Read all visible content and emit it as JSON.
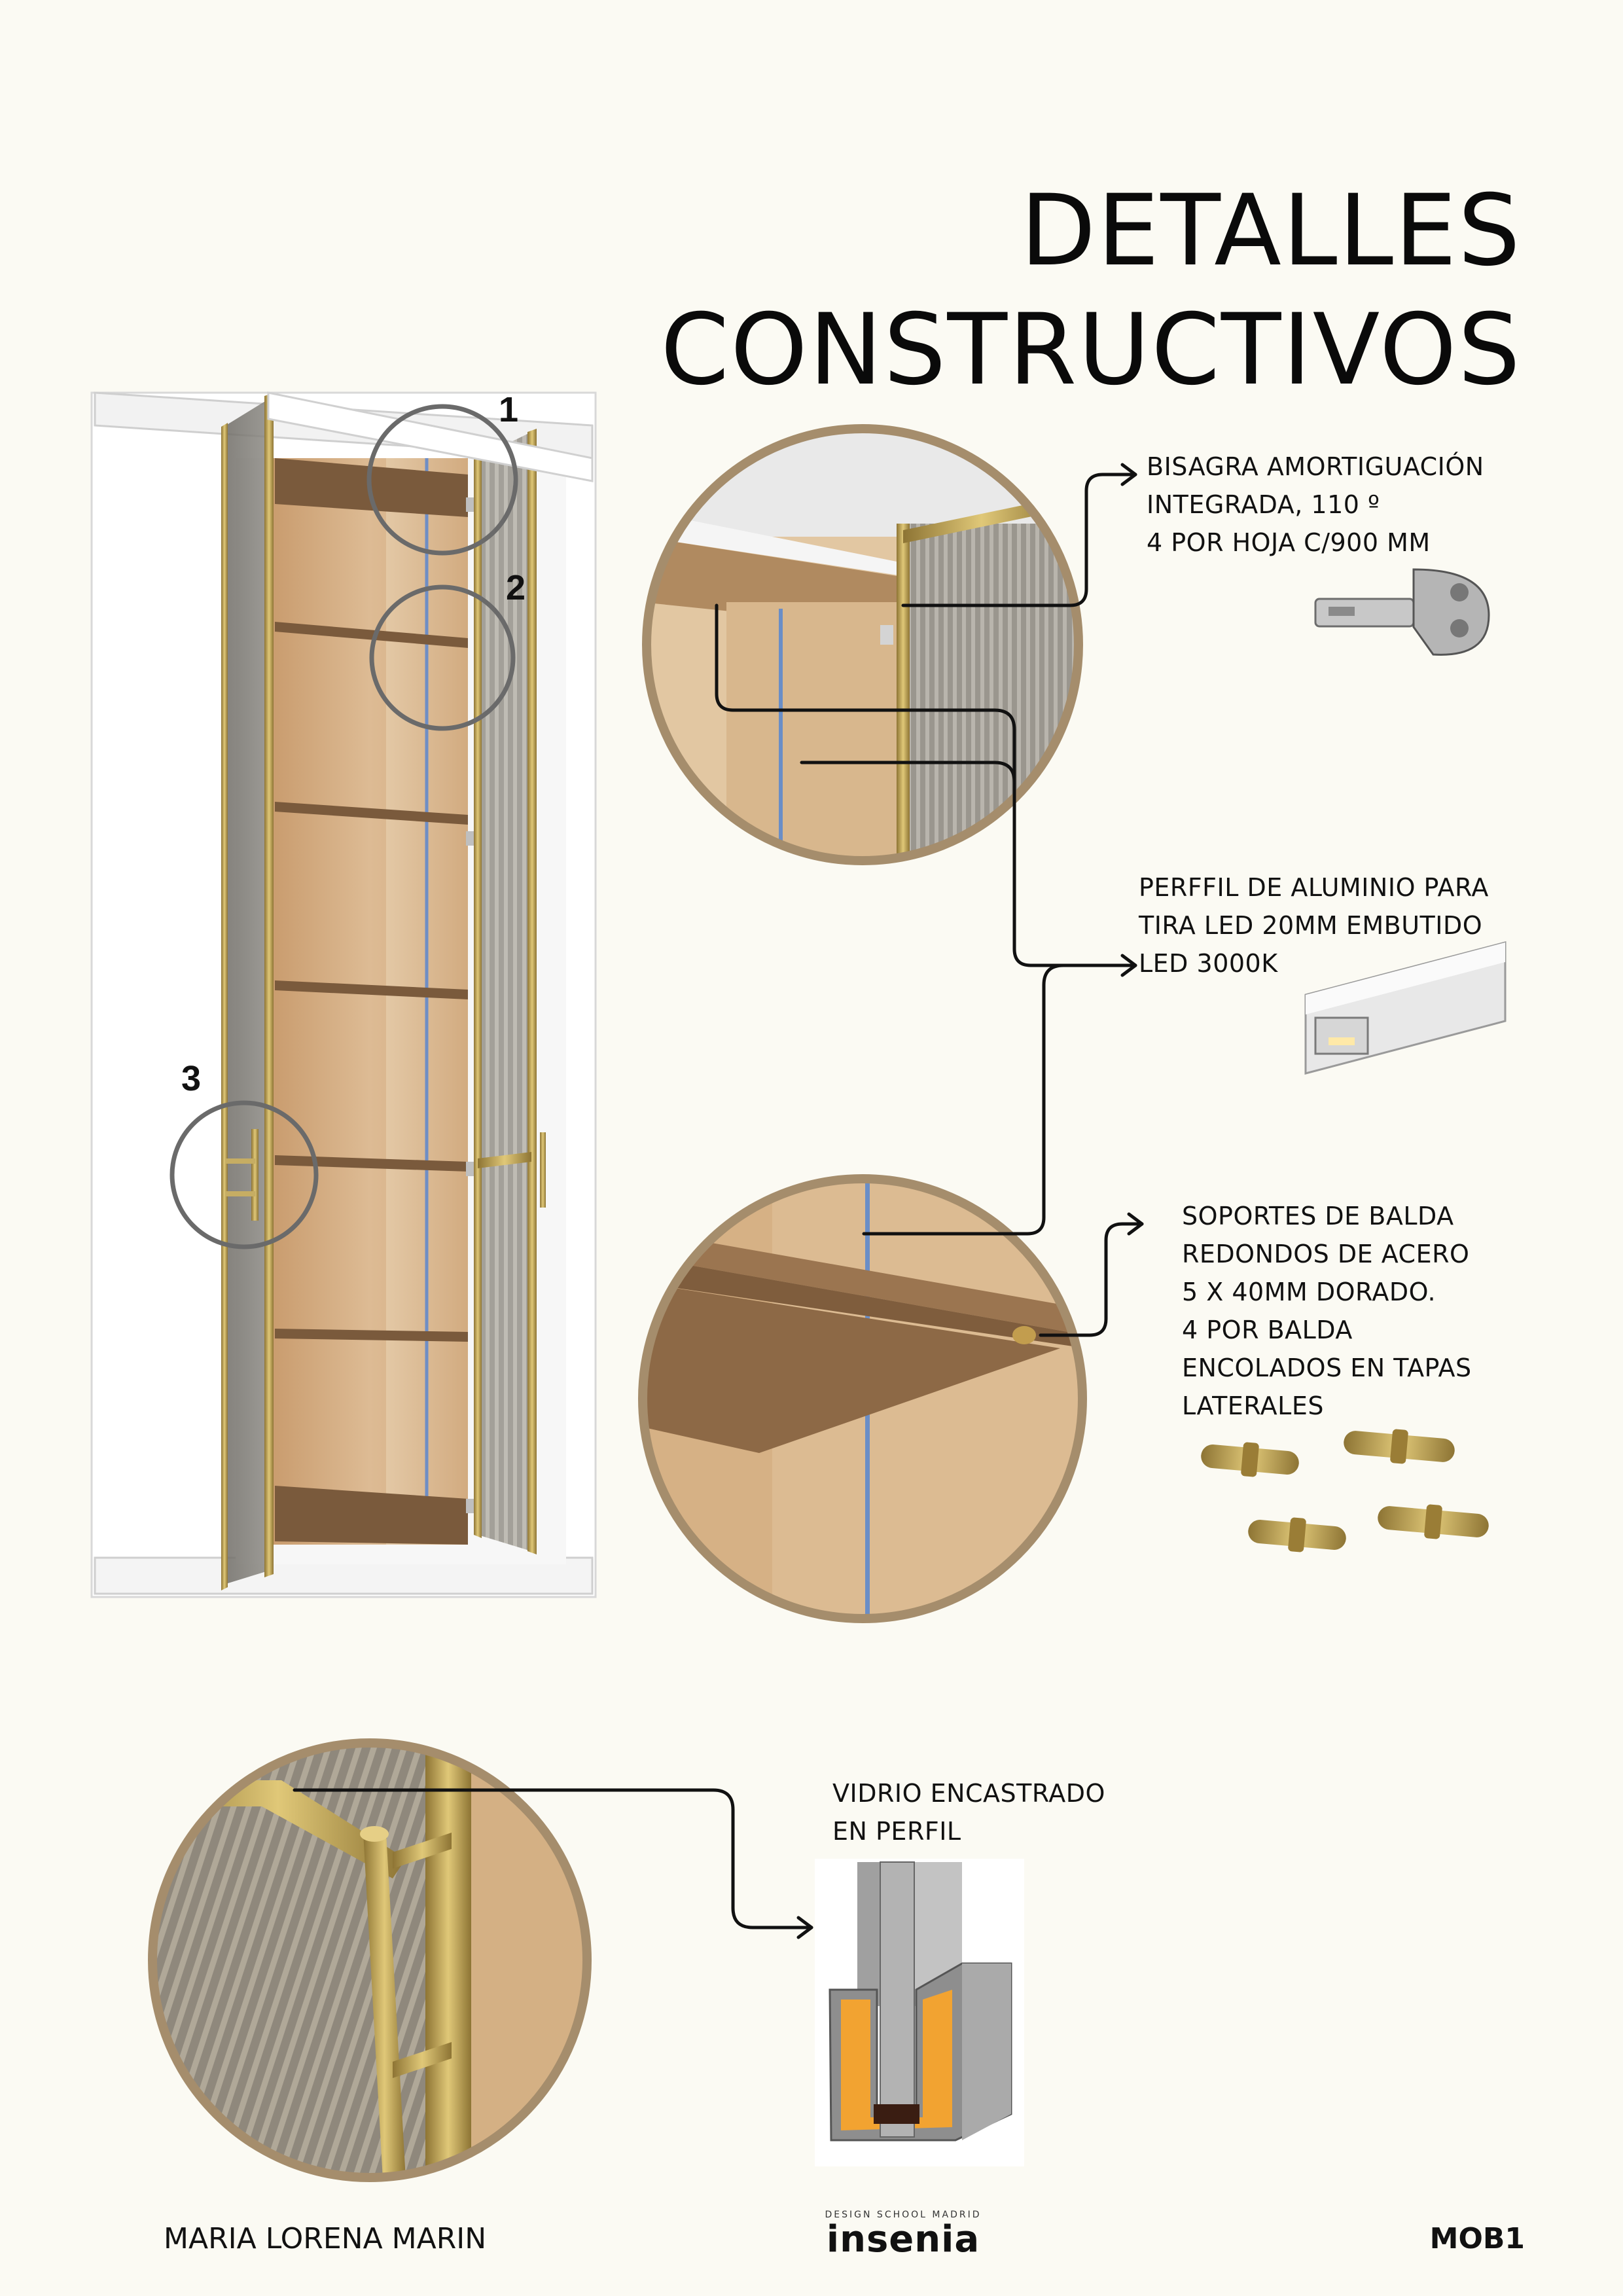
{
  "title": {
    "line1": "DETALLES",
    "line2": "CONSTRUCTIVOS"
  },
  "callouts": [
    {
      "number": "1"
    },
    {
      "number": "2"
    },
    {
      "number": "3"
    }
  ],
  "notes": {
    "hinge": {
      "lines": [
        "BISAGRA AMORTIGUACIÓN",
        "INTEGRADA, 110 º",
        "4 POR HOJA C/900 MM"
      ]
    },
    "led": {
      "lines": [
        "PERFFIL DE ALUMINIO PARA",
        "TIRA LED 20MM EMBUTIDO",
        "LED 3000K"
      ]
    },
    "supports": {
      "lines": [
        "SOPORTES DE BALDA",
        "REDONDOS DE ACERO",
        "5 X 40MM DORADO.",
        "4 POR BALDA",
        "ENCOLADOS EN TAPAS",
        "LATERALES"
      ]
    },
    "glass": {
      "lines": [
        "VIDRIO ENCASTRADO",
        "EN PERFIL"
      ]
    }
  },
  "footer": {
    "author": "MARIA LORENA MARIN",
    "logo_text": "insenia",
    "logo_tagline": "DESIGN  SCHOOL  MADRID",
    "code": "MOB1"
  },
  "colors": {
    "background": "#fbfaf3",
    "wood": "#d9b68e",
    "gold": "#b89a4e",
    "circle_border": "#a58d6c",
    "led_blue": "#5a86c4"
  }
}
